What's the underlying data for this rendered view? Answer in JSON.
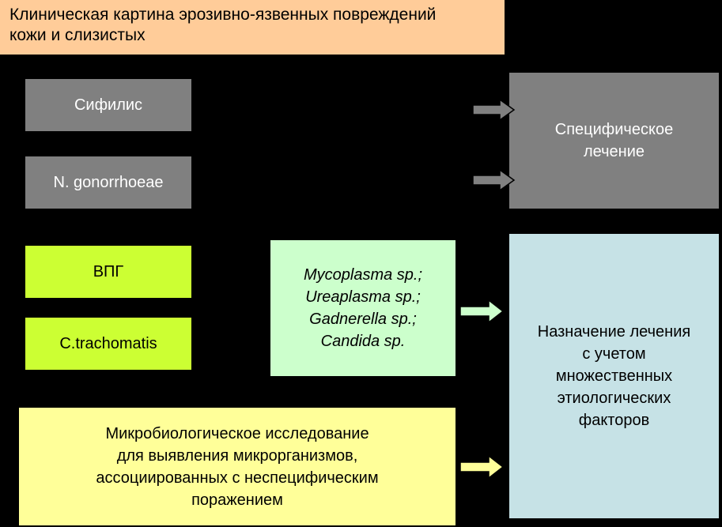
{
  "title": "Клиническая картина эрозивно-язвенных повреждений\nкожи и слизистых",
  "boxes": {
    "syphilis": "Сифилис",
    "gonorrhoeae": "N. gonorrhoeae",
    "vpg": "ВПГ",
    "trachomatis": "C.trachomatis",
    "organisms": "Mycoplasma sp.;\nUreaplasma sp.;\nGadnerella sp.;\nCandida sp.",
    "research": "Микробиологическое исследование\nдля выявления микрорганизмов,\nассоциированных с неспецифическим\nпоражением",
    "specific_treatment": "Специфическое\nлечение",
    "multi_treatment": "Назначение лечения\nс учетом\nмножественных\nэтиологических\nфакторов"
  },
  "colors": {
    "background": "#000000",
    "title_fill": "#ffcc99",
    "gray_fill": "#808080",
    "lime_fill": "#ccff33",
    "mint_fill": "#ccffcc",
    "paleblue_fill": "#c6e2e6",
    "paleyellow_fill": "#ffff99"
  }
}
